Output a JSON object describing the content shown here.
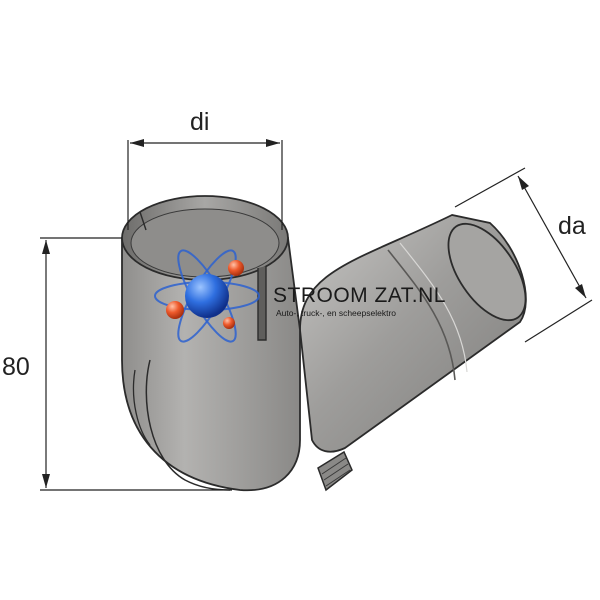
{
  "dimensions": {
    "inner_diameter_label": "di",
    "outer_diameter_label": "da",
    "height_value": "80"
  },
  "watermark": {
    "brand": "STROOM ZAT.NL",
    "tagline": "Auto-, truck-, en scheepselektro"
  },
  "colors": {
    "part_fill": "#9c9b99",
    "part_dark": "#6f6e6c",
    "part_light": "#c4c3c1",
    "outline": "#2b2b2b",
    "logo_blue": "#1f5fd6",
    "logo_orange": "#e8552a"
  }
}
